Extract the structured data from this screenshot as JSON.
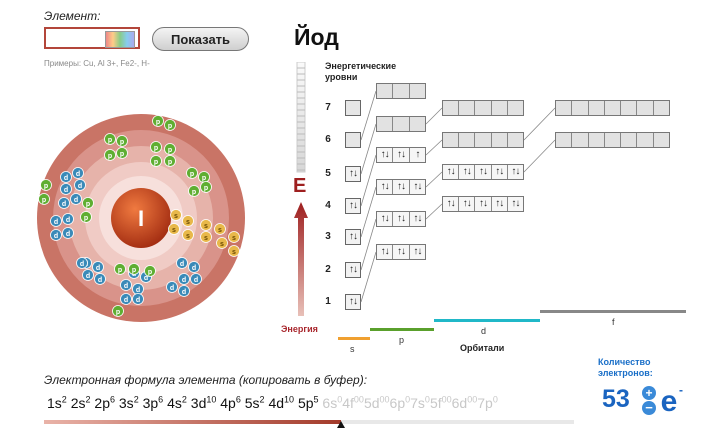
{
  "input_label": "Элемент:",
  "input_value": "",
  "show_button": "Показать",
  "examples": "Примеры: Cu, Al 3+, Fe2-, H-",
  "element_name": "Йод",
  "element_symbol": "I",
  "energy_levels_title_1": "Энергетические",
  "energy_levels_title_2": "уровни",
  "levels": [
    "7",
    "6",
    "5",
    "4",
    "3",
    "2",
    "1"
  ],
  "energy_axis_letter": "E",
  "energy_label": "Энергия",
  "orbital_types": [
    "s",
    "p",
    "d",
    "f"
  ],
  "orbitals_label": "Орбитали",
  "count_label_1": "Количество",
  "count_label_2": "электронов:",
  "electron_count": "53",
  "formula_label": "Электронная формула элемента (копировать в буфер):",
  "formula_filled": [
    {
      "orb": "1s",
      "n": "2"
    },
    {
      "orb": "2s",
      "n": "2"
    },
    {
      "orb": "2p",
      "n": "6"
    },
    {
      "orb": "3s",
      "n": "2"
    },
    {
      "orb": "3p",
      "n": "6"
    },
    {
      "orb": "4s",
      "n": "2"
    },
    {
      "orb": "3d",
      "n": "10"
    },
    {
      "orb": "4p",
      "n": "6"
    },
    {
      "orb": "5s",
      "n": "2"
    },
    {
      "orb": "4d",
      "n": "10"
    },
    {
      "orb": "5p",
      "n": "5"
    }
  ],
  "formula_empty": [
    {
      "orb": "6s",
      "n": "0"
    },
    {
      "orb": "4f",
      "n": "00"
    },
    {
      "orb": "5d",
      "n": "00"
    },
    {
      "orb": "6p",
      "n": "0"
    },
    {
      "orb": "7s",
      "n": "0"
    },
    {
      "orb": "5f",
      "n": "00"
    },
    {
      "orb": "6d",
      "n": "00"
    },
    {
      "orb": "7p",
      "n": "0"
    }
  ],
  "progress_fraction": 0.56,
  "orbital_diagram": {
    "s": [
      "",
      "",
      "↑↓",
      "↑↓",
      "↑↓",
      "↑↓",
      "↑↓"
    ],
    "p": [
      [
        "",
        "",
        ""
      ],
      [
        "",
        "",
        ""
      ],
      [
        "↑↓",
        "↑↓",
        "↑"
      ],
      [
        "↑↓",
        "↑↓",
        "↑↓"
      ],
      [
        "↑↓",
        "↑↓",
        "↑↓"
      ],
      [
        "↑↓",
        "↑↓",
        "↑↓"
      ]
    ],
    "d": [
      [
        "",
        "",
        "",
        "",
        ""
      ],
      [
        "",
        "",
        "",
        "",
        ""
      ],
      [
        "↑↓",
        "↑↓",
        "↑↓",
        "↑↓",
        "↑↓"
      ],
      [
        "↑↓",
        "↑↓",
        "↑↓",
        "↑↓",
        "↑↓"
      ]
    ],
    "f": [
      [
        "",
        "",
        "",
        "",
        "",
        "",
        ""
      ],
      [
        "",
        "",
        "",
        "",
        "",
        "",
        ""
      ]
    ]
  },
  "atom_shell_labels": {
    "s": "s",
    "p": "p",
    "d": "d"
  },
  "colors": {
    "accent": "#a8262c",
    "blue": "#1a64c0",
    "s": "#f0a030",
    "p": "#5aa02c",
    "d": "#20b8c8",
    "f": "#888888"
  }
}
